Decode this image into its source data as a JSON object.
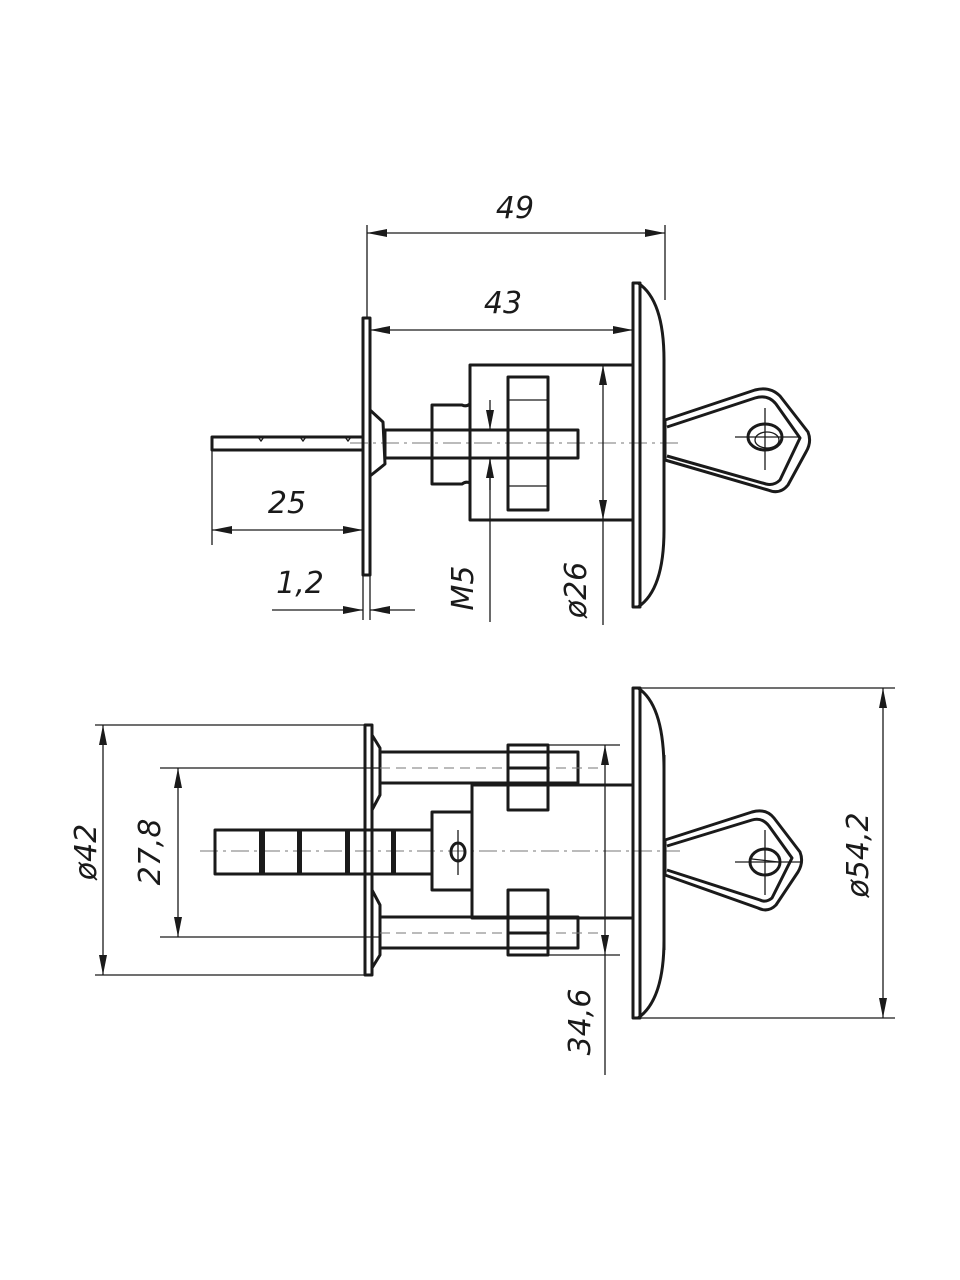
{
  "drawing": {
    "top_view": {
      "dimensions": {
        "overall_length": "49",
        "body_length": "43",
        "rod_length": "25",
        "plate_thickness": "1,2",
        "thread": "M5",
        "body_diameter": "ø26"
      }
    },
    "bottom_view": {
      "dimensions": {
        "plate_diameter": "ø42",
        "rod_spacing": "27,8",
        "nut_span": "34,6",
        "flange_diameter": "ø54,2"
      }
    },
    "colors": {
      "line": "#1a1a1a",
      "centerline": "#777777",
      "background": "#ffffff"
    }
  }
}
